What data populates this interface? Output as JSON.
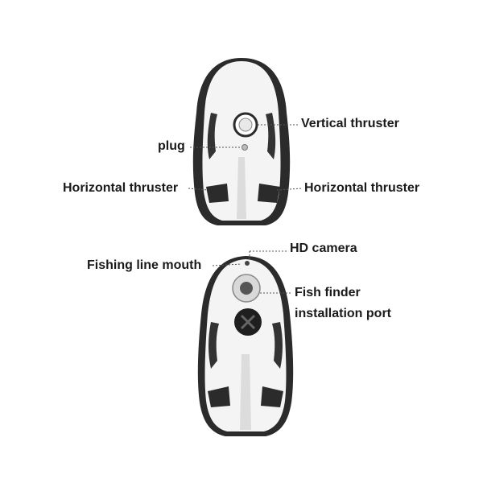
{
  "labels": {
    "vertical_thruster": "Vertical thruster",
    "plug": "plug",
    "horizontal_thruster_left": "Horizontal thruster",
    "horizontal_thruster_right": "Horizontal thruster",
    "hd_camera": "HD camera",
    "fishing_line_mouth": "Fishing line mouth",
    "fish_finder_line1": "Fish finder",
    "fish_finder_line2": "installation port"
  },
  "colors": {
    "body": "#f2f2f2",
    "shadow": "#2b2b2b",
    "label": "#1a1a1a",
    "leader": "#555555"
  }
}
